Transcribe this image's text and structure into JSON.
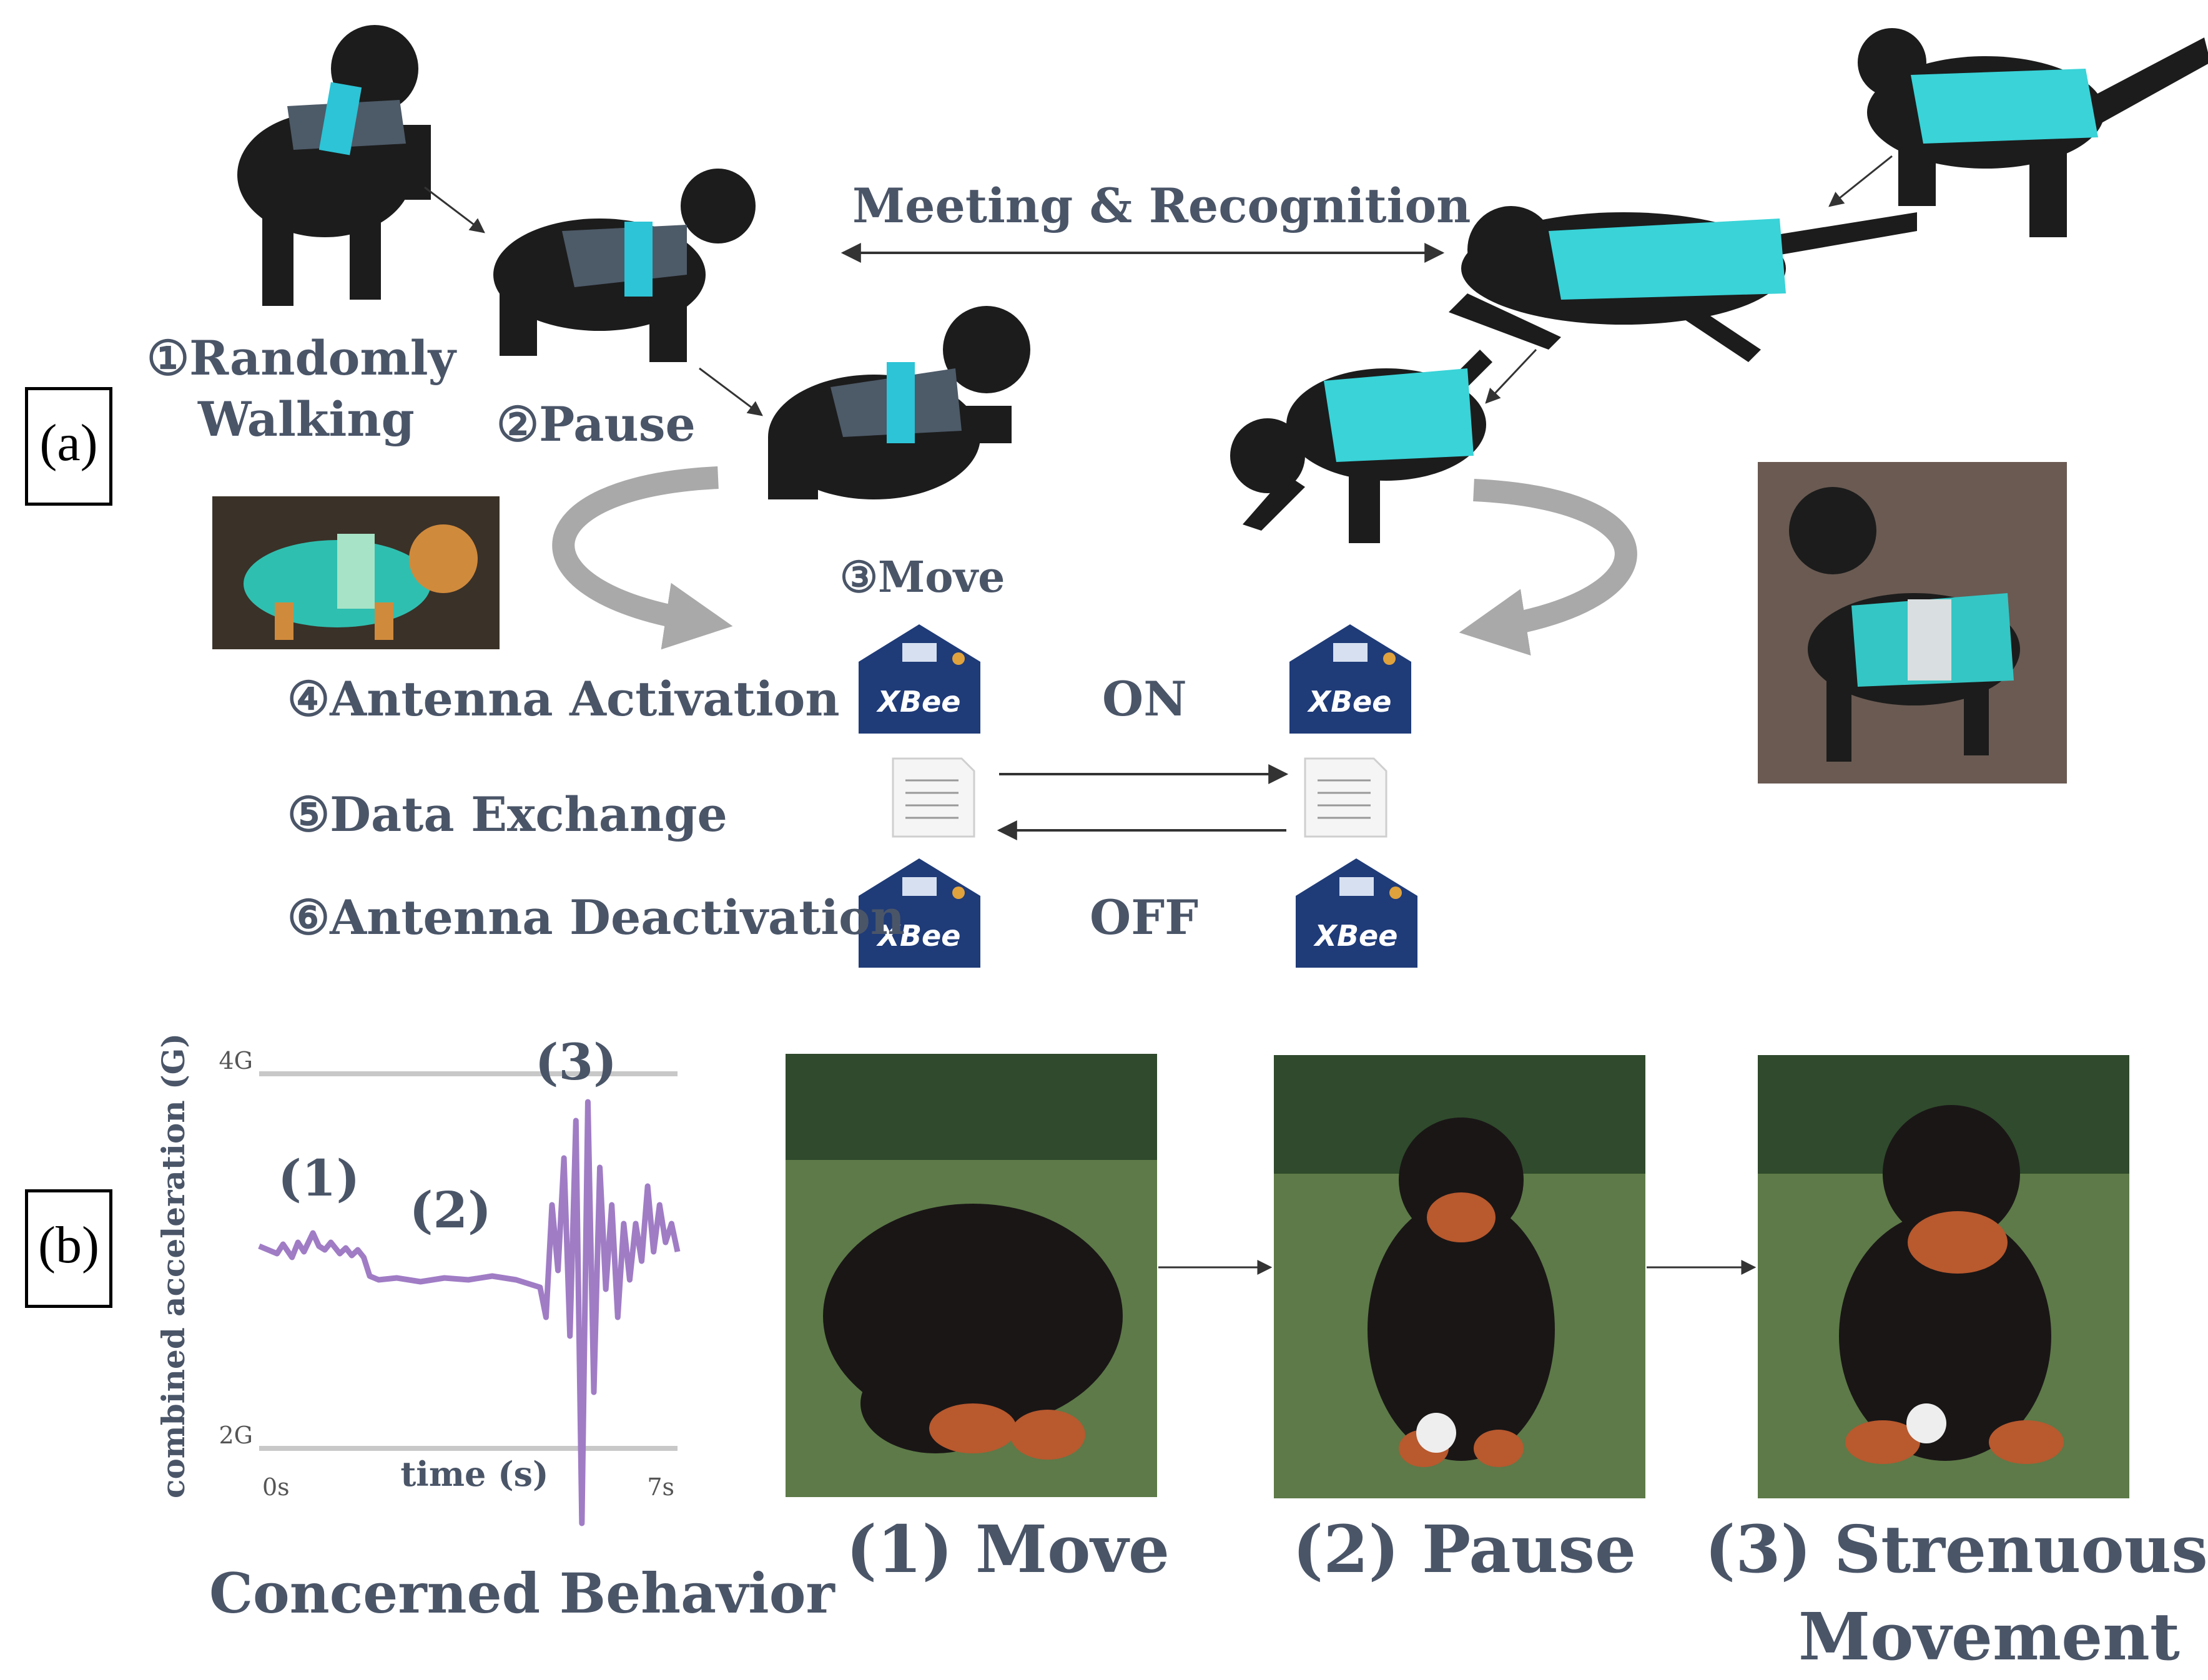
{
  "panel_a": {
    "panel_label": "(a)",
    "meeting_label": "Meeting & Recognition",
    "steps": [
      {
        "num": "①",
        "text": "Randomly",
        "text2": "Walking"
      },
      {
        "num": "②",
        "text": "Pause"
      },
      {
        "num": "③",
        "text": "Move"
      },
      {
        "num": "④",
        "text": "Antenna Activation"
      },
      {
        "num": "⑤",
        "text": "Data Exchange"
      },
      {
        "num": "⑥",
        "text": "Antenna Deactivation"
      }
    ],
    "on_label": "ON",
    "off_label": "OFF",
    "xbee_text": "XBee"
  },
  "panel_b": {
    "panel_label": "(b)",
    "chart_title": "Concerned Behavior",
    "photo_captions": [
      "(1) Move",
      "(2) Pause",
      "(3) Strenuous",
      "Movement"
    ]
  },
  "chart_data": {
    "type": "line",
    "title": "",
    "xlabel": "time (s)",
    "ylabel": "combined acceleration (G)",
    "xlim": [
      0,
      7
    ],
    "ylim": [
      2,
      4
    ],
    "x_ticks": [
      "0s",
      "7s"
    ],
    "y_ticks": [
      "2G",
      "4G"
    ],
    "grid": true,
    "annotations": [
      {
        "text": "(1)",
        "x": 1.0,
        "y": 3.35
      },
      {
        "text": "(2)",
        "x": 3.2,
        "y": 3.18
      },
      {
        "text": "(3)",
        "x": 5.3,
        "y": 3.97
      }
    ],
    "series": [
      {
        "color": "#a07cc5",
        "x": [
          0,
          0.15,
          0.3,
          0.4,
          0.55,
          0.65,
          0.75,
          0.9,
          1.0,
          1.1,
          1.2,
          1.35,
          1.45,
          1.55,
          1.65,
          1.75,
          1.85,
          2.0,
          2.3,
          2.7,
          3.1,
          3.5,
          3.9,
          4.3,
          4.5,
          4.7,
          4.8,
          4.9,
          5.0,
          5.1,
          5.2,
          5.3,
          5.4,
          5.5,
          5.6,
          5.7,
          5.8,
          5.9,
          6.0,
          6.1,
          6.2,
          6.3,
          6.4,
          6.5,
          6.6,
          6.7,
          6.8,
          6.9,
          7.0
        ],
        "y": [
          3.08,
          3.06,
          3.04,
          3.09,
          3.02,
          3.1,
          3.05,
          3.15,
          3.08,
          3.06,
          3.1,
          3.04,
          3.07,
          3.03,
          3.06,
          3.02,
          2.92,
          2.9,
          2.91,
          2.89,
          2.91,
          2.9,
          2.92,
          2.9,
          2.88,
          2.86,
          2.7,
          3.3,
          2.95,
          3.55,
          2.6,
          3.75,
          1.6,
          3.85,
          2.3,
          3.5,
          2.85,
          3.3,
          2.7,
          3.2,
          2.9,
          3.2,
          3.0,
          3.4,
          3.05,
          3.3,
          3.1,
          3.2,
          3.05
        ]
      }
    ]
  }
}
